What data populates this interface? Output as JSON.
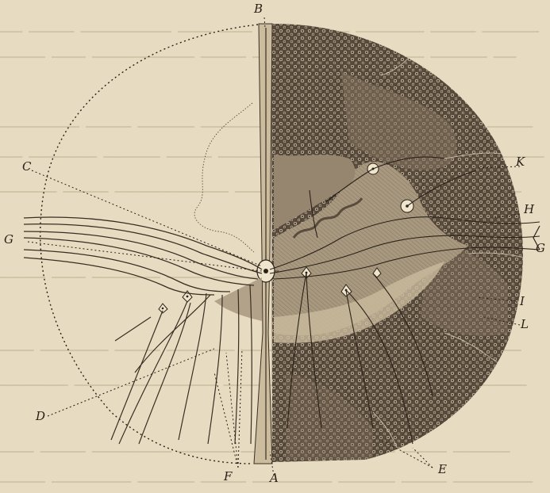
{
  "figure": {
    "labels": {
      "A": "A",
      "B": "B",
      "C_left": "C",
      "D": "D",
      "E": "E",
      "F": "F",
      "G_left": "G",
      "G_right": "G",
      "H": "H",
      "I": "I",
      "K": "K",
      "L": "L"
    }
  },
  "colors": {
    "paper": "#e7dcc2",
    "ink": "#2a2118",
    "tissue_dark": "#5a4c3d",
    "tissue_mid": "#84735f",
    "grey_matter": "#a8987f",
    "show_through_text": "#d2c4a6"
  }
}
